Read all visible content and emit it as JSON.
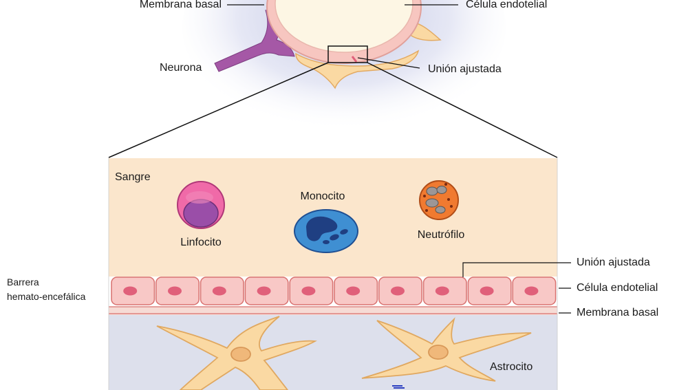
{
  "top_view": {
    "labels": {
      "membrana_basal": "Membrana basal",
      "celula_endotelial": "Célula endotelial",
      "neurona": "Neurona",
      "union_ajustada": "Unión ajustada"
    }
  },
  "detail_view": {
    "blood_label": "Sangre",
    "cells": {
      "linfocito": "Linfocito",
      "monocito": "Monocito",
      "neutrofilo": "Neutrófilo"
    },
    "barrier_label_line1": "Barrera",
    "barrier_label_line2": "hemato-encefálica",
    "right_labels": {
      "union_ajustada": "Unión ajustada",
      "celula_endotelial": "Célula endotelial",
      "membrana_basal": "Membrana basal"
    },
    "astrocyte_label": "Astrocito"
  },
  "colors": {
    "blood_bg": "#fbe6cc",
    "brain_bg": "#dde0ec",
    "endothelial_fill": "#f8c8c6",
    "endothelial_stroke": "#d8706e",
    "nucleus": "#e0607a",
    "astrocyte_fill": "#fad9a3",
    "astrocyte_stroke": "#e0a860",
    "neuron": "#a558a6",
    "lymphocyte_outer": "#f06aa8",
    "lymphocyte_inner": "#9a4ea8",
    "monocyte": "#3f8fd2",
    "monocyte_nucleus": "#1f3f82",
    "neutrophil": "#f07a30"
  }
}
